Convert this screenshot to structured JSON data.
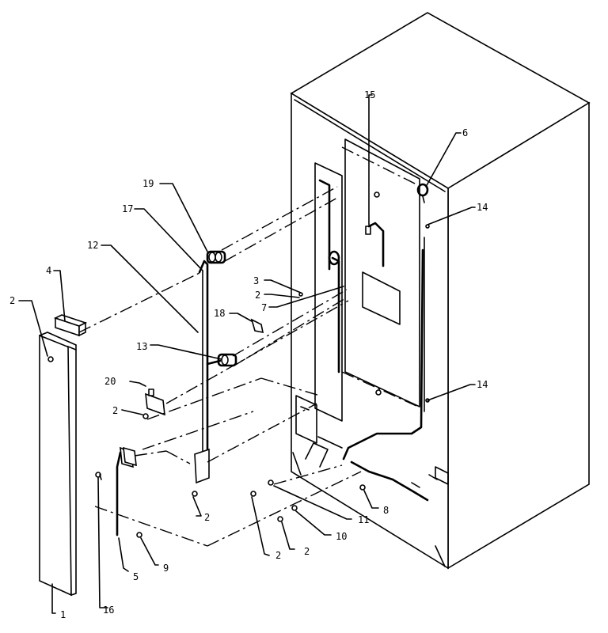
{
  "labels": {
    "l1": "1",
    "l2a": "2",
    "l2b": "2",
    "l2c": "2",
    "l2d": "2",
    "l2e": "2",
    "l2f": "2",
    "l3": "3",
    "l4": "4",
    "l5": "5",
    "l6": "6",
    "l7": "7",
    "l8": "8",
    "l9": "9",
    "l10": "10",
    "l11": "11",
    "l12": "12",
    "l13": "13",
    "l14a": "14",
    "l14b": "14",
    "l15": "15",
    "l16": "16",
    "l17": "17",
    "l18": "18",
    "l19": "19",
    "l20": "20"
  }
}
